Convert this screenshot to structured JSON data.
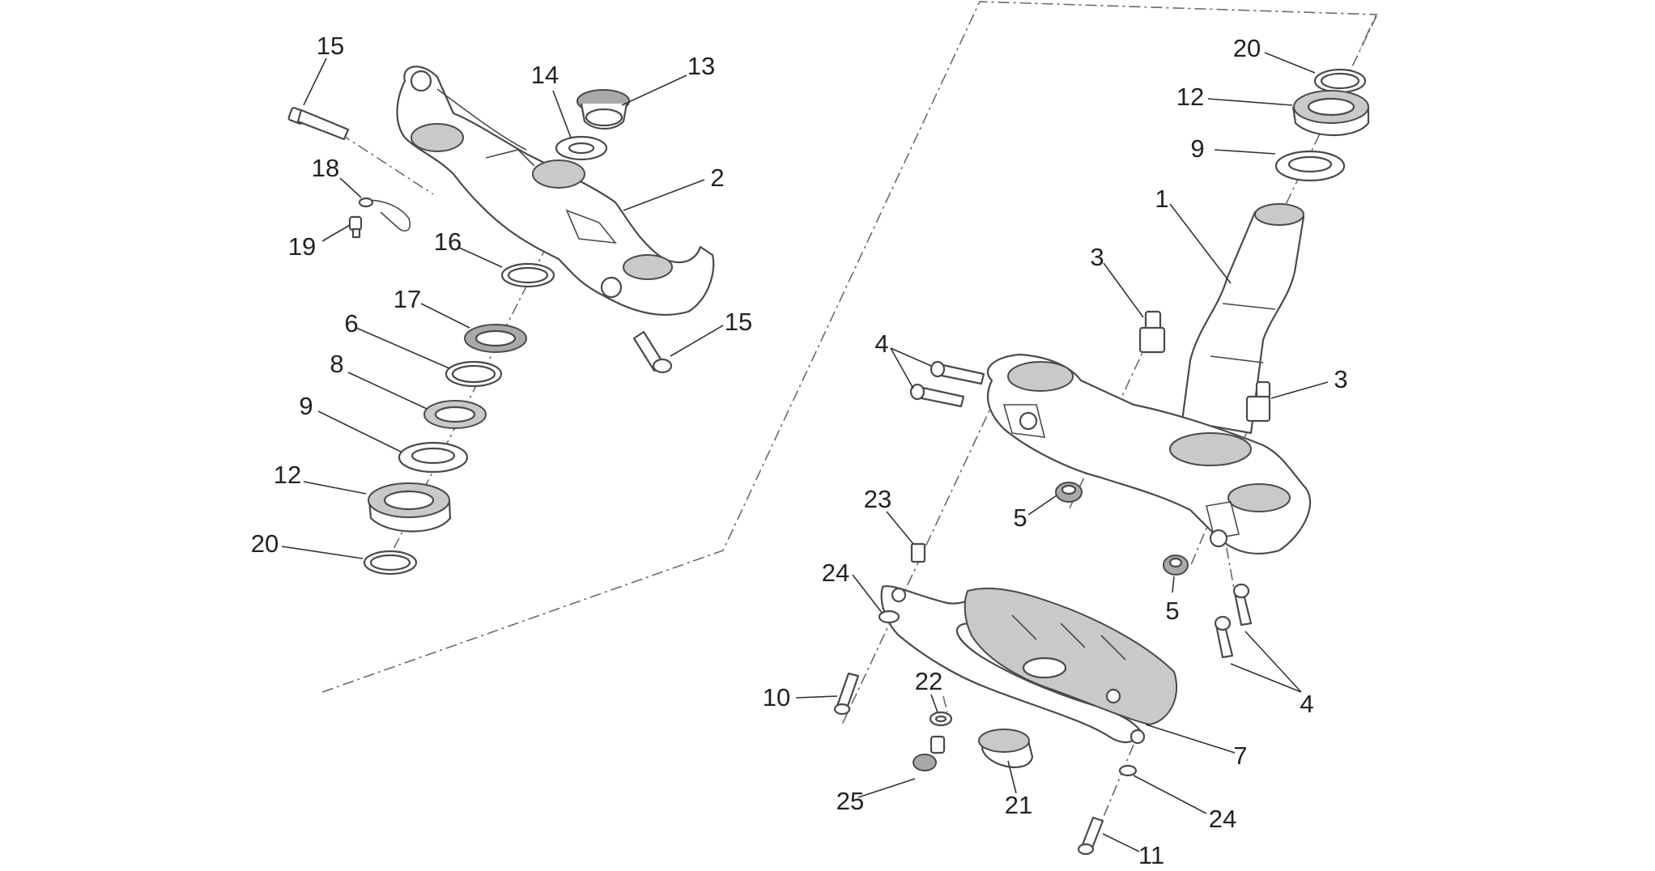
{
  "callouts": [
    {
      "id": "c15a",
      "text": "15"
    },
    {
      "id": "c14",
      "text": "14"
    },
    {
      "id": "c13",
      "text": "13"
    },
    {
      "id": "c18",
      "text": "18"
    },
    {
      "id": "c2",
      "text": "2"
    },
    {
      "id": "c19",
      "text": "19"
    },
    {
      "id": "c16",
      "text": "16"
    },
    {
      "id": "c17",
      "text": "17"
    },
    {
      "id": "c6",
      "text": "6"
    },
    {
      "id": "c15b",
      "text": "15"
    },
    {
      "id": "c8",
      "text": "8"
    },
    {
      "id": "c9a",
      "text": "9"
    },
    {
      "id": "c12a",
      "text": "12"
    },
    {
      "id": "c20a",
      "text": "20"
    },
    {
      "id": "c20b",
      "text": "20"
    },
    {
      "id": "c12b",
      "text": "12"
    },
    {
      "id": "c9b",
      "text": "9"
    },
    {
      "id": "c1",
      "text": "1"
    },
    {
      "id": "c3a",
      "text": "3"
    },
    {
      "id": "c4a",
      "text": "4"
    },
    {
      "id": "c3b",
      "text": "3"
    },
    {
      "id": "c23",
      "text": "23"
    },
    {
      "id": "c5a",
      "text": "5"
    },
    {
      "id": "c24a",
      "text": "24"
    },
    {
      "id": "c5b",
      "text": "5"
    },
    {
      "id": "c22",
      "text": "22"
    },
    {
      "id": "c10",
      "text": "10"
    },
    {
      "id": "c4b",
      "text": "4"
    },
    {
      "id": "c7",
      "text": "7"
    },
    {
      "id": "c25",
      "text": "25"
    },
    {
      "id": "c21",
      "text": "21"
    },
    {
      "id": "c24b",
      "text": "24"
    },
    {
      "id": "c11",
      "text": "11"
    }
  ]
}
